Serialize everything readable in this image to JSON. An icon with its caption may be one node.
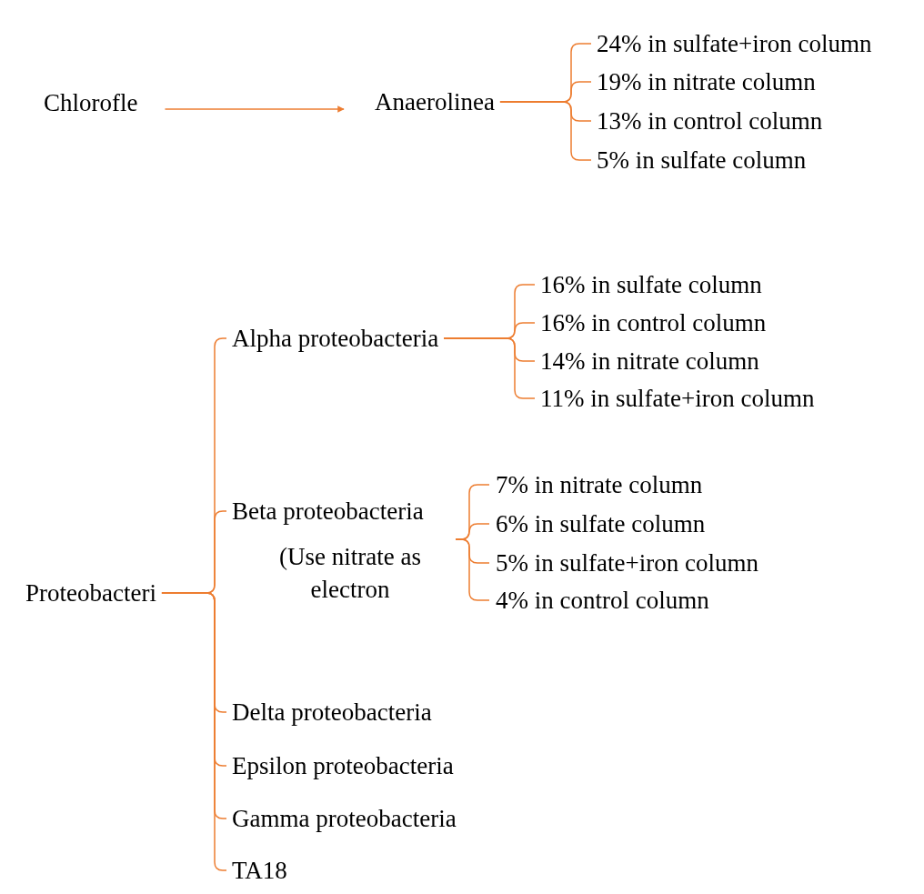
{
  "diagram": {
    "nodes": [
      {
        "text": [
          "Chlorofle"
        ]
      },
      {
        "text": [
          "Anaerolinea"
        ]
      },
      {
        "text": [
          "24% in sulfate+iron column"
        ]
      },
      {
        "text": [
          "19% in nitrate column"
        ]
      },
      {
        "text": [
          "13% in control column"
        ]
      },
      {
        "text": [
          "5% in sulfate column"
        ]
      },
      {
        "text": [
          "Proteobacteri"
        ]
      },
      {
        "text": [
          "Alpha proteobacteria"
        ]
      },
      {
        "text": [
          "16% in sulfate column"
        ]
      },
      {
        "text": [
          "16% in control column"
        ]
      },
      {
        "text": [
          "14% in nitrate column"
        ]
      },
      {
        "text": [
          "11% in sulfate+iron column"
        ]
      },
      {
        "text": [
          "Beta proteobacteria",
          "(Use nitrate as electron"
        ]
      },
      {
        "text": [
          "7% in nitrate column"
        ]
      },
      {
        "text": [
          "6% in sulfate column"
        ]
      },
      {
        "text": [
          "5% in sulfate+iron column"
        ]
      },
      {
        "text": [
          "4% in control column"
        ]
      },
      {
        "text": [
          "Delta proteobacteria"
        ]
      },
      {
        "text": [
          "Epsilon proteobacteria"
        ]
      },
      {
        "text": [
          "Gamma proteobacteria"
        ]
      },
      {
        "text": [
          "TA18"
        ]
      }
    ],
    "edges": [
      {
        "from": 0,
        "to": 1,
        "arrow": "to"
      },
      {
        "from": 1,
        "to": 2,
        "arrow": "none"
      },
      {
        "from": 1,
        "to": 3,
        "arrow": "none"
      },
      {
        "from": 1,
        "to": 4,
        "arrow": "none"
      },
      {
        "from": 1,
        "to": 5,
        "arrow": "none"
      },
      {
        "from": 6,
        "to": 7,
        "arrow": "none"
      },
      {
        "from": 6,
        "to": 12,
        "arrow": "none"
      },
      {
        "from": 6,
        "to": 17,
        "arrow": "none"
      },
      {
        "from": 6,
        "to": 18,
        "arrow": "none"
      },
      {
        "from": 6,
        "to": 19,
        "arrow": "none"
      },
      {
        "from": 6,
        "to": 20,
        "arrow": "none"
      },
      {
        "from": 7,
        "to": 8,
        "arrow": "none"
      },
      {
        "from": 7,
        "to": 9,
        "arrow": "none"
      },
      {
        "from": 7,
        "to": 10,
        "arrow": "none"
      },
      {
        "from": 7,
        "to": 11,
        "arrow": "none"
      },
      {
        "from": 12,
        "to": 13,
        "arrow": "none"
      },
      {
        "from": 12,
        "to": 14,
        "arrow": "none"
      },
      {
        "from": 12,
        "to": 15,
        "arrow": "none"
      },
      {
        "from": 12,
        "to": 16,
        "arrow": "none"
      }
    ]
  }
}
